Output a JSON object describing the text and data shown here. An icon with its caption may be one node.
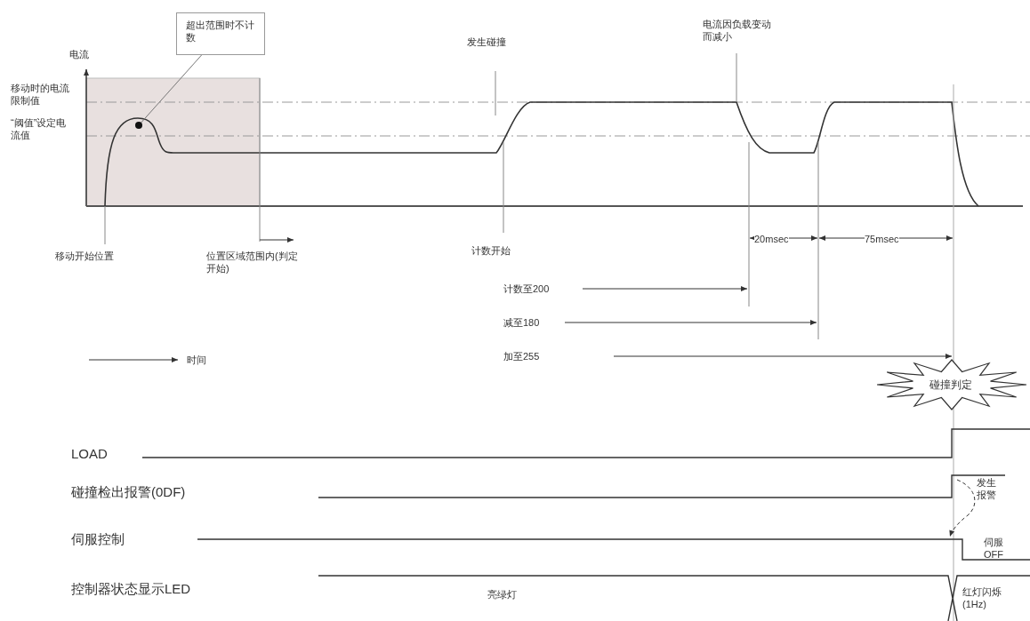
{
  "diagram": {
    "nodes": [
      {
        "text": [
          "超出范围时不计数"
        ]
      },
      {
        "text": [],
        "shape": "circle"
      },
      {
        "text": [
          "碰撞判定"
        ]
      }
    ],
    "edges": [
      {
        "from": 0,
        "to": 1,
        "arrow": "none"
      }
    ],
    "labels": [
      "电流",
      "移动时的电流限制值",
      "“阈值”设定电流值",
      "发生碰撞",
      "电流因负载变动而减小",
      "移动开始位置",
      "位置区域范围内(判定开始)",
      "计数开始",
      "20msec",
      "75msec",
      "计数至200",
      "减至180",
      "时间",
      "加至255",
      "LOAD",
      "碰撞检出报警(0DF)",
      "发生报警",
      "伺服控制",
      "伺服OFF",
      "控制器状态显示LED",
      "亮绿灯",
      "红灯闪烁(1Hz)"
    ]
  }
}
